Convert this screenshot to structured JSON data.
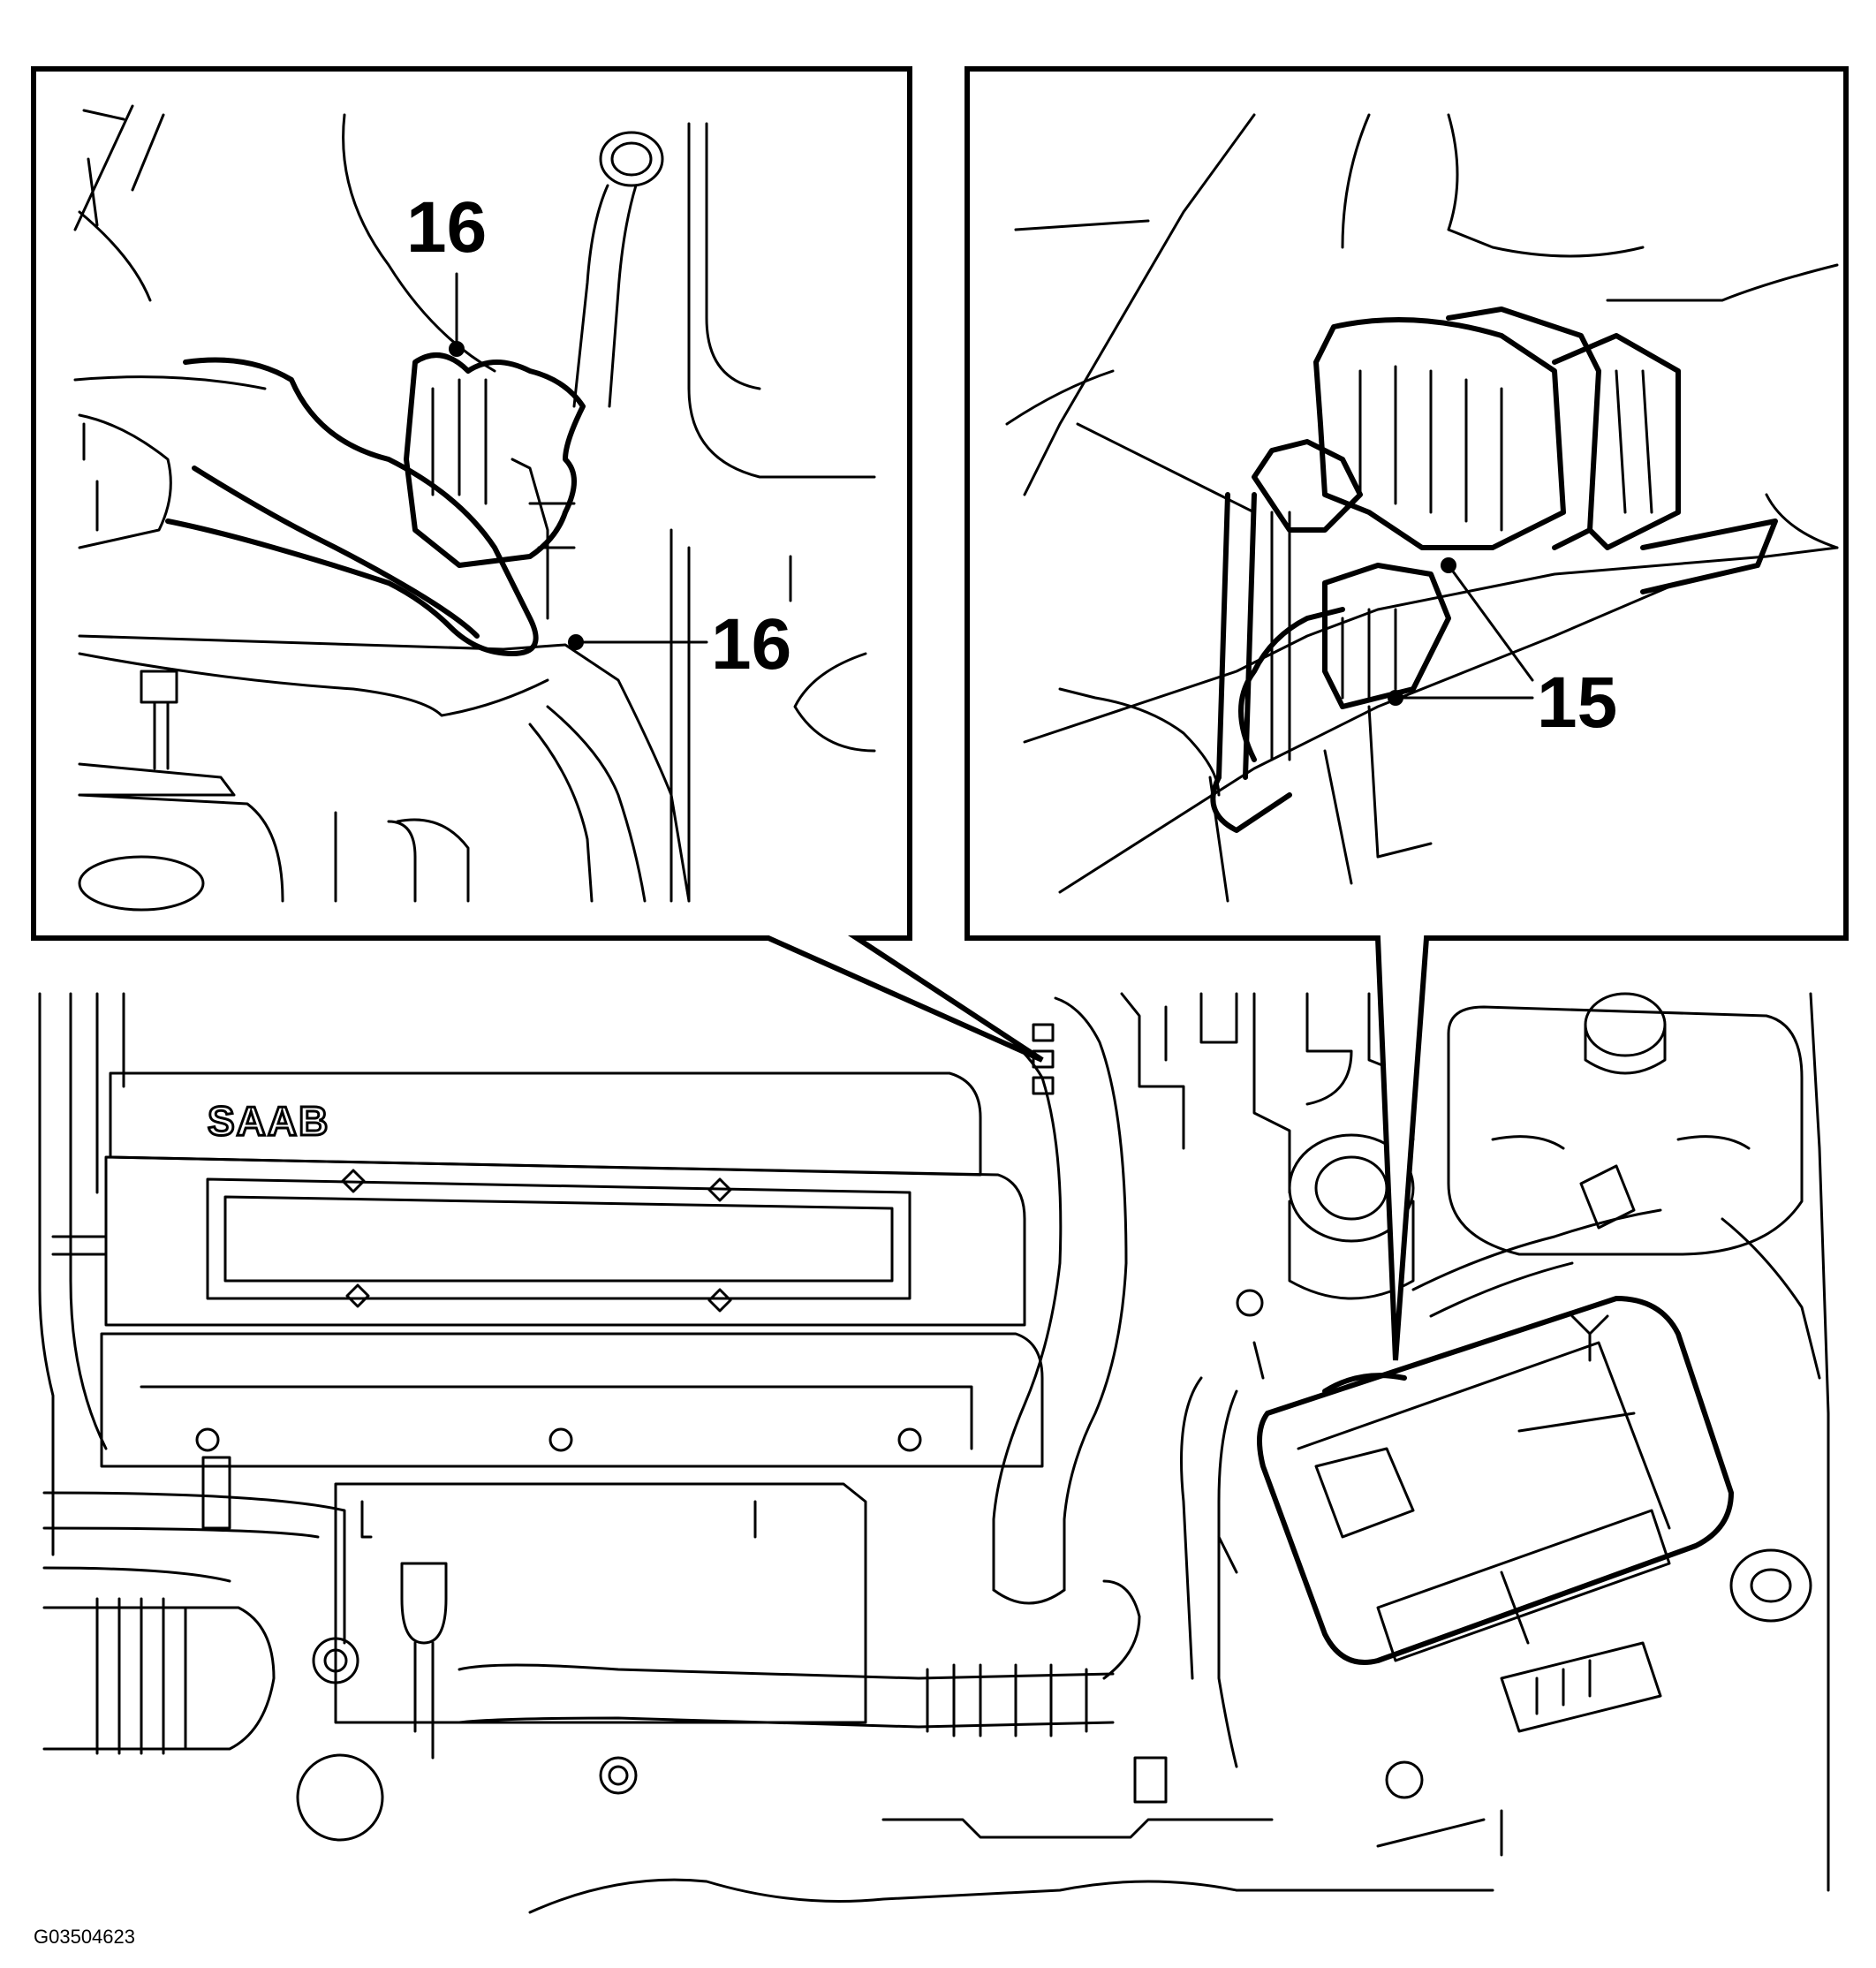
{
  "callouts": {
    "left_top": "16",
    "left_mid": "16",
    "right": "15"
  },
  "engine": {
    "brand_logo": "SAAB"
  },
  "figure_id": "G03504623",
  "colors": {
    "line": "#000000",
    "background": "#ffffff"
  }
}
